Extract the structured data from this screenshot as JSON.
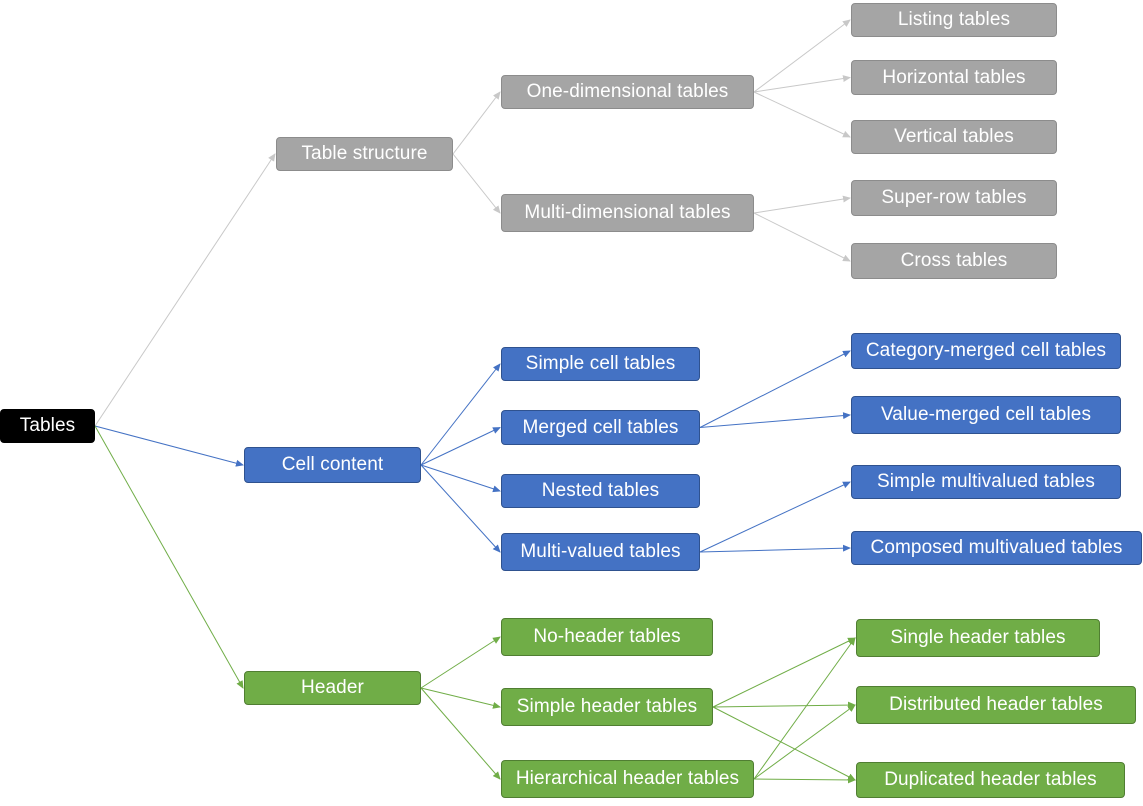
{
  "diagram": {
    "colors": {
      "root": "#000000",
      "structure": "#a5a5a5",
      "content": "#4472c4",
      "header": "#70ad47"
    },
    "nodes": {
      "root": "Tables",
      "table_structure": "Table structure",
      "one_dimensional": "One-dimensional tables",
      "multi_dimensional": "Multi-dimensional tables",
      "listing": "Listing tables",
      "horizontal": "Horizontal tables",
      "vertical": "Vertical tables",
      "super_row": "Super-row tables",
      "cross": "Cross tables",
      "cell_content": "Cell content",
      "simple_cell": "Simple cell tables",
      "merged_cell": "Merged cell tables",
      "nested": "Nested tables",
      "multi_valued": "Multi-valued tables",
      "category_merged": "Category-merged cell tables",
      "value_merged": "Value-merged cell tables",
      "simple_multivalued": "Simple multivalued tables",
      "composed_multivalued": "Composed multivalued tables",
      "header": "Header",
      "no_header": "No-header tables",
      "simple_header": "Simple header tables",
      "hierarchical_header": "Hierarchical header tables",
      "single_header": "Single header tables",
      "distributed_header": "Distributed header tables",
      "duplicated_header": "Duplicated header tables"
    },
    "edges": [
      [
        "root",
        "table_structure"
      ],
      [
        "root",
        "cell_content"
      ],
      [
        "root",
        "header"
      ],
      [
        "table_structure",
        "one_dimensional"
      ],
      [
        "table_structure",
        "multi_dimensional"
      ],
      [
        "one_dimensional",
        "listing"
      ],
      [
        "one_dimensional",
        "horizontal"
      ],
      [
        "one_dimensional",
        "vertical"
      ],
      [
        "multi_dimensional",
        "super_row"
      ],
      [
        "multi_dimensional",
        "cross"
      ],
      [
        "cell_content",
        "simple_cell"
      ],
      [
        "cell_content",
        "merged_cell"
      ],
      [
        "cell_content",
        "nested"
      ],
      [
        "cell_content",
        "multi_valued"
      ],
      [
        "merged_cell",
        "category_merged"
      ],
      [
        "merged_cell",
        "value_merged"
      ],
      [
        "multi_valued",
        "simple_multivalued"
      ],
      [
        "multi_valued",
        "composed_multivalued"
      ],
      [
        "header",
        "no_header"
      ],
      [
        "header",
        "simple_header"
      ],
      [
        "header",
        "hierarchical_header"
      ],
      [
        "simple_header",
        "single_header"
      ],
      [
        "simple_header",
        "distributed_header"
      ],
      [
        "simple_header",
        "duplicated_header"
      ],
      [
        "hierarchical_header",
        "single_header"
      ],
      [
        "hierarchical_header",
        "distributed_header"
      ],
      [
        "hierarchical_header",
        "duplicated_header"
      ]
    ]
  }
}
